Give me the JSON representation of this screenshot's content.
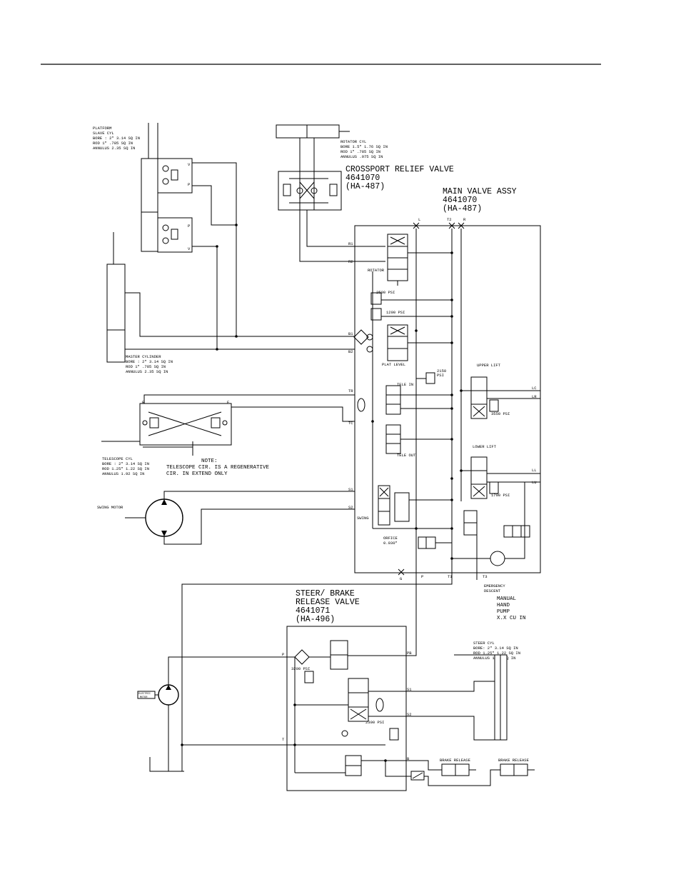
{
  "diagram": {
    "platform_slave_cyl": {
      "lines": [
        "PLATFORM",
        "SLAVE CYL",
        "BORE : 2\"  3.14 SQ IN",
        "ROD   1\"   .785 SQ IN",
        "ANNULUS  2.35 SQ IN"
      ]
    },
    "slave_ports": {
      "v_top": "V",
      "p_top": "P",
      "p_bot": "P",
      "v_bot": "V"
    },
    "rotator_cyl": {
      "lines": [
        "ROTATOR CYL",
        "BORE  1.5\" 1.76 SQ IN",
        "ROD  1\"     .785 SQ IN",
        "ANNULUS     .975 SQ IN"
      ]
    },
    "crossport_relief_valve": {
      "lines": [
        "CROSSPORT RELIEF VALVE",
        "4641070",
        "(HA-487)"
      ]
    },
    "main_valve_assy": {
      "lines": [
        "MAIN VALVE ASSY",
        "4641070",
        "(HA-487)"
      ]
    },
    "top_ports": {
      "l": "L",
      "t2": "T2",
      "r": "R"
    },
    "ports": {
      "r1": "R1",
      "r2": "R2",
      "b1": "B1",
      "b2": "B2",
      "tr": "TR",
      "tc": "TC",
      "s1": "S1",
      "s2": "S2",
      "lc": "LC",
      "lr": "LR",
      "ll": "LL",
      "lu": "LU",
      "g": "G",
      "p": "P",
      "t1": "T1",
      "t3": "T3"
    },
    "valve_labels": {
      "rotator": "ROTATOR",
      "psi_2500": "2500 PSI",
      "psi_1200": "1200 PSI",
      "plat_level": "PLAT LEVEL",
      "tele_in": "TELE IN",
      "psi_2150": "2150",
      "psi_2150_unit": "PSI",
      "tele_out": "TELE OUT",
      "upper_lift": "UPPER LIFT",
      "psi_3550": "3550 PSI",
      "lower_lift": "LOWER LIFT",
      "psi_1700": "1700 PSI",
      "swing": "SWING",
      "orifice": "ORFICE",
      "orifice_size": "0.030\""
    },
    "master_cylinder": {
      "lines": [
        "MASTER CYLINDER",
        "BORE : 2\"  3.14 SQ IN",
        "ROD   1\"   .785 SQ IN",
        "ANNULUS  2.35 SQ IN"
      ]
    },
    "telescope_cyl": {
      "lines": [
        "TELESCOPE CYL",
        "BORE : 2\"     3.14 SQ IN",
        "ROD  1.25\"  1.22 SQ IN",
        "ANNULUS     1.92 SQ IN"
      ],
      "port_r": "R",
      "port_e": "E"
    },
    "note": {
      "lines": [
        "NOTE:",
        "TELESCOPE CIR. IS A REGENERATIVE",
        "CIR. IN EXTEND ONLY"
      ]
    },
    "swing_motor": "SWING MOTOR",
    "emergency_descent": {
      "lines": [
        "EMERGENCY",
        "DESCENT"
      ]
    },
    "manual_hand_pump": {
      "lines": [
        "MANUAL",
        "HAND",
        "PUMP",
        "X.X CU IN"
      ]
    },
    "steer_brake_release_valve": {
      "lines": [
        "STEER/ BRAKE",
        "RELEASE VALVE",
        "4641071",
        "(HA-496)"
      ]
    },
    "steer_ports": {
      "p": "P",
      "pb": "PB",
      "s1": "S1",
      "s2": "S2",
      "t": "T",
      "b": "B"
    },
    "steer_labels": {
      "psi_3200": "3200 PSI",
      "psi_2300": "2300 PSI"
    },
    "steer_cyl": {
      "lines": [
        "STEER CYL",
        "BORE: 2\"     3.14 SQ IN",
        "ROD   1.25\"  1.22 SQ IN",
        "ANNULUS      1.92 SQ IN"
      ]
    },
    "electric_motor": {
      "lines": [
        "ELECTRIC",
        "MOTOR"
      ]
    },
    "brake_release_1": "BRAKE RELEASE",
    "brake_release_2": "BRAKE RELEASE"
  }
}
